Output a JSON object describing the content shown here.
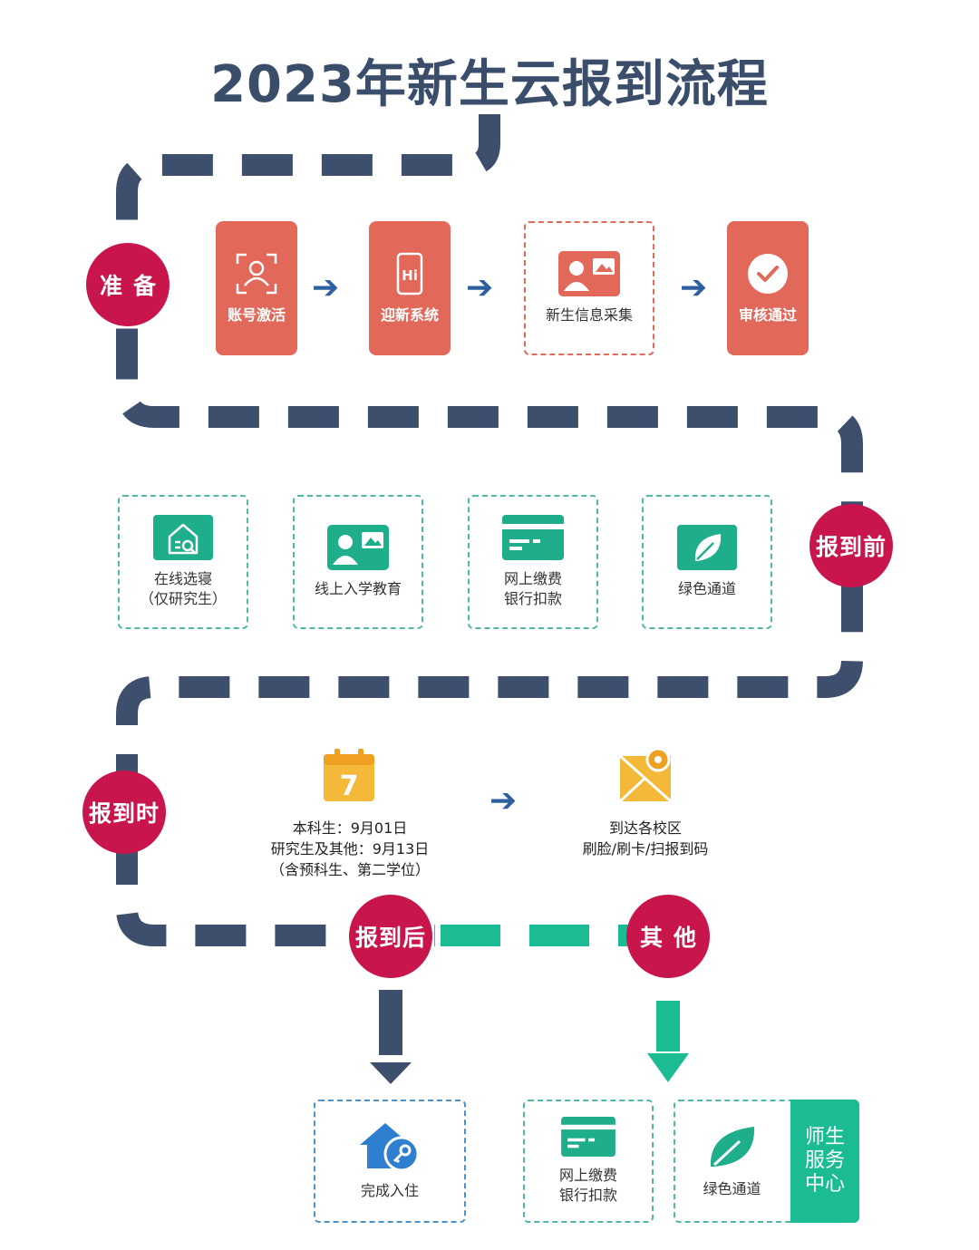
{
  "title": "2023年新生云报到流程",
  "stages": {
    "prepare": "准备",
    "before": "报到前",
    "during": "报到时",
    "after": "报到后",
    "other": "其他"
  },
  "prepare_steps": [
    {
      "label": "账号激活",
      "icon": "face-scan-icon"
    },
    {
      "label": "迎新系统",
      "icon": "phone-hi-icon"
    },
    {
      "label": "新生信息采集",
      "icon": "id-card-icon"
    },
    {
      "label": "审核通过",
      "icon": "check-circle-icon"
    }
  ],
  "before_steps": [
    {
      "label": "在线选寝\n（仅研究生）",
      "icon": "dorm-search-icon"
    },
    {
      "label": "线上入学教育",
      "icon": "id-card-icon"
    },
    {
      "label": "网上缴费\n银行扣款",
      "icon": "bank-card-icon"
    },
    {
      "label": "绿色通道",
      "icon": "leaf-icon"
    }
  ],
  "during": {
    "calendar_day": "7",
    "dates_text": "本科生：9月01日\n研究生及其他：9月13日\n（含预科生、第二学位）",
    "arrive_text": "到达各校区\n刷脸/刷卡/扫报到码"
  },
  "after_steps": [
    {
      "label": "完成入住",
      "icon": "house-key-icon"
    }
  ],
  "other_steps": [
    {
      "label": "网上缴费\n银行扣款",
      "icon": "bank-card-icon"
    },
    {
      "label": "绿色通道",
      "icon": "leaf-icon"
    }
  ],
  "service_center": "师生\n服务\n中心",
  "colors": {
    "title": "#3a4e6b",
    "path_navy": "#3d4f6d",
    "path_green": "#1bbc94",
    "stage": "#c8164c",
    "card_red": "#e2685a",
    "card_green": "#4fb8a6",
    "card_blue": "#4a90c9",
    "arrow": "#2e5f9e"
  }
}
